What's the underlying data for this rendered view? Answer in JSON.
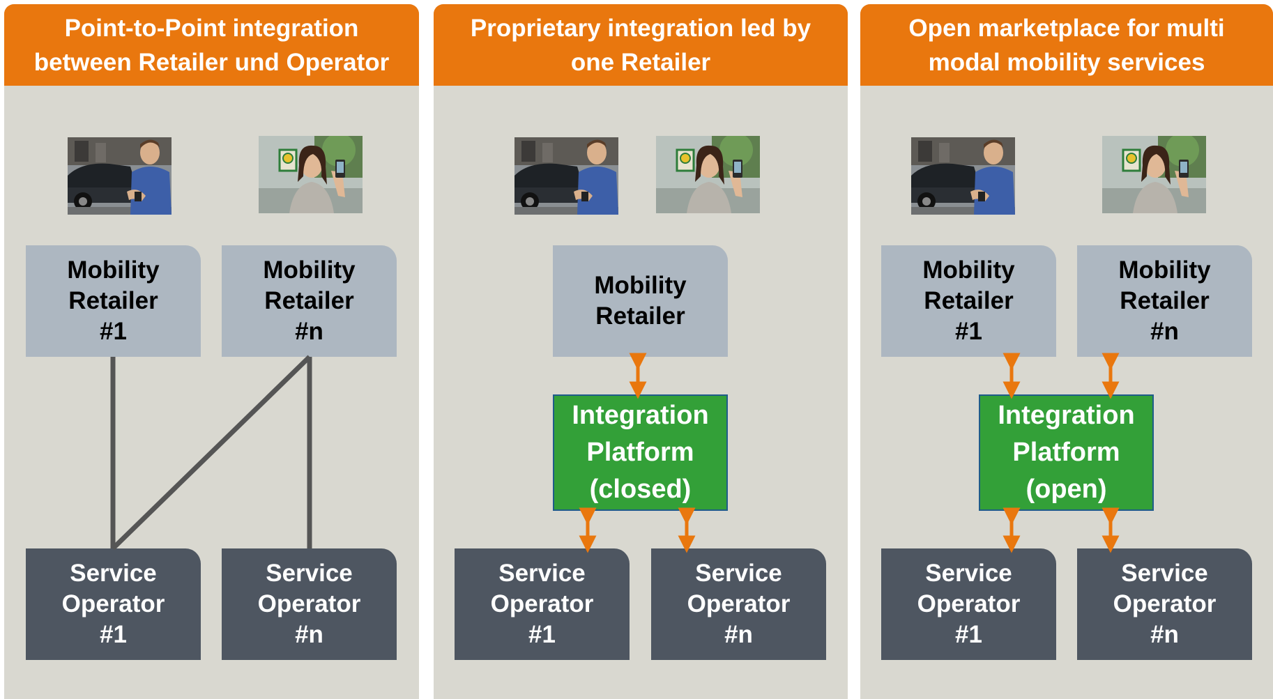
{
  "panels": [
    {
      "title": "Point-to-Point integration\nbetween Retailer und Operator",
      "retailers": [
        "Mobility\nRetailer\n#1",
        "Mobility\nRetailer\n#n"
      ],
      "operators": [
        "Service\nOperator\n#1",
        "Service\nOperator\n#n"
      ]
    },
    {
      "title": "Proprietary integration led by\none Retailer",
      "retailer": "Mobility\nRetailer",
      "platform": "Integration\nPlatform\n(closed)",
      "operators": [
        "Service\nOperator\n#1",
        "Service\nOperator\n#n"
      ]
    },
    {
      "title": "Open marketplace for multi\nmodal mobility services",
      "retailers": [
        "Mobility\nRetailer\n#1",
        "Mobility\nRetailer\n#n"
      ],
      "platform": "Integration\nPlatform\n(open)",
      "operators": [
        "Service\nOperator\n#1",
        "Service\nOperator\n#n"
      ]
    }
  ],
  "colors": {
    "header": "#e9770e",
    "panel_bg": "#d9d8d0",
    "retailer": "#adb7c1",
    "operator": "#4e5661",
    "platform": "#33a038",
    "arrow": "#e9770e",
    "link_line": "#555555"
  },
  "icons": [
    "man-with-phone-photo",
    "woman-with-phone-photo"
  ]
}
